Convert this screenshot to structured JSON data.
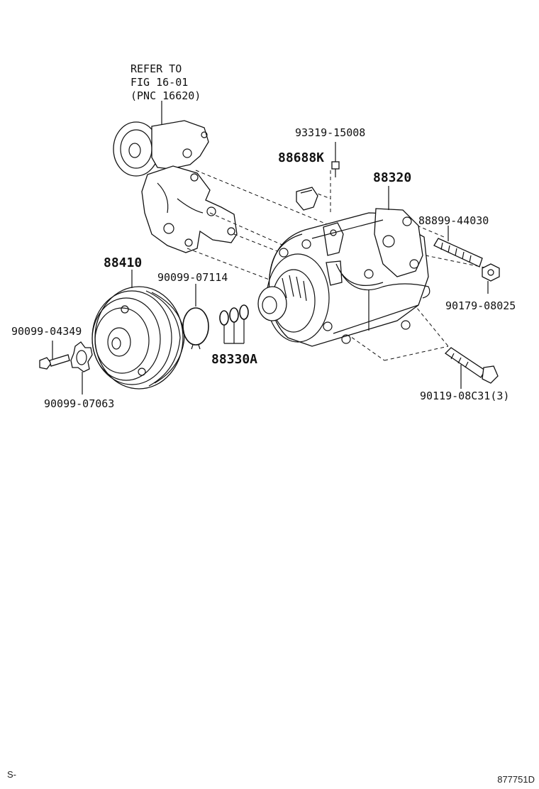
{
  "diagram": {
    "callouts": {
      "refer_line1": "REFER TO",
      "refer_line2": "FIG 16-01",
      "refer_line3": "(PNC 16620)",
      "p93319": "93319-15008",
      "p88688k": "88688K",
      "p88320": "88320",
      "p88899": "88899-44030",
      "p90179": "90179-08025",
      "p90119": "90119-08C31(3)",
      "p88410": "88410",
      "p90099_07114": "90099-07114",
      "p90099_04349": "90099-04349",
      "p88330a": "88330A",
      "p90099_07063": "90099-07063"
    },
    "footer": {
      "left_mark": "S-",
      "figure_id": "877751D"
    }
  }
}
